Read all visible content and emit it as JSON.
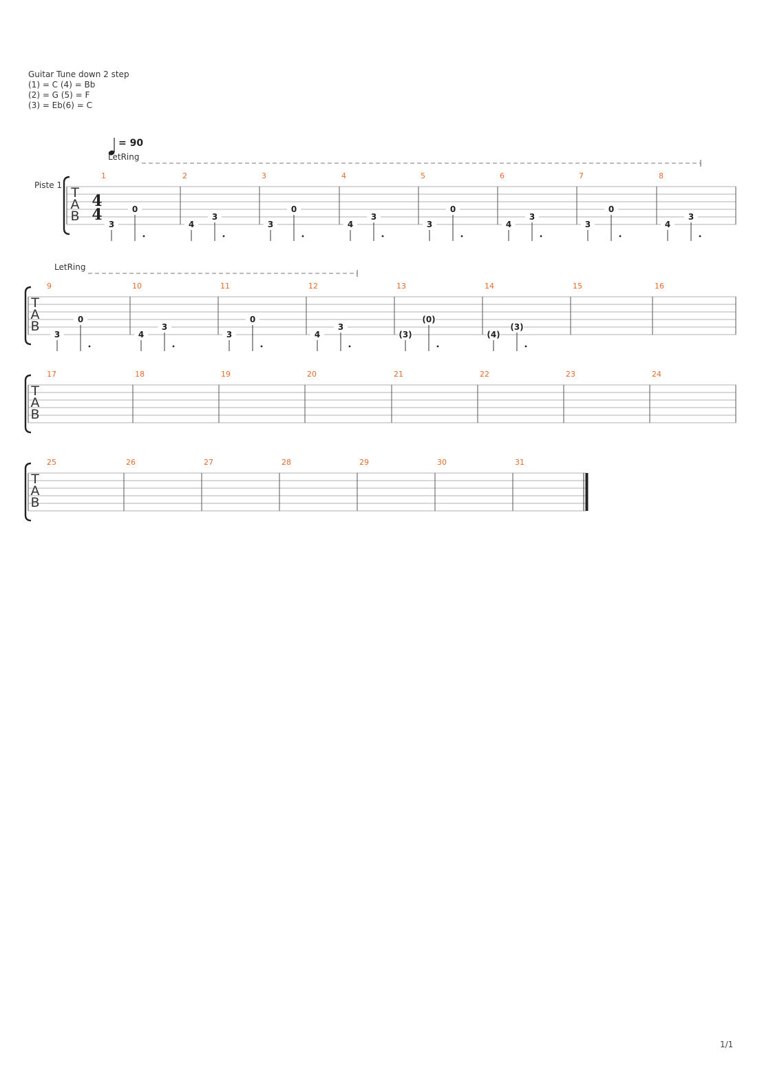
{
  "header": {
    "tuning_lines": [
      "Guitar Tune down 2 step",
      "(1) = C (4) = Bb",
      "(2) = G (5) = F",
      "(3) = Eb(6) = C"
    ]
  },
  "tempo": {
    "text": "= 90"
  },
  "letring_label": "LetRing",
  "track_name": "Piste 1",
  "clef_letters": [
    "T",
    "A",
    "B"
  ],
  "time_signature": {
    "numerator": "4",
    "denominator": "4"
  },
  "measures": [
    {
      "number": "1",
      "notes": [
        {
          "fret": "3",
          "string": 5
        },
        {
          "fret": "0",
          "string": 3
        }
      ]
    },
    {
      "number": "2",
      "notes": [
        {
          "fret": "4",
          "string": 5
        },
        {
          "fret": "3",
          "string": 4
        }
      ]
    },
    {
      "number": "3",
      "notes": [
        {
          "fret": "3",
          "string": 5
        },
        {
          "fret": "0",
          "string": 3
        }
      ]
    },
    {
      "number": "4",
      "notes": [
        {
          "fret": "4",
          "string": 5
        },
        {
          "fret": "3",
          "string": 4
        }
      ]
    },
    {
      "number": "5",
      "notes": [
        {
          "fret": "3",
          "string": 5
        },
        {
          "fret": "0",
          "string": 3
        }
      ]
    },
    {
      "number": "6",
      "notes": [
        {
          "fret": "4",
          "string": 5
        },
        {
          "fret": "3",
          "string": 4
        }
      ]
    },
    {
      "number": "7",
      "notes": [
        {
          "fret": "3",
          "string": 5
        },
        {
          "fret": "0",
          "string": 3
        }
      ]
    },
    {
      "number": "8",
      "notes": [
        {
          "fret": "4",
          "string": 5
        },
        {
          "fret": "3",
          "string": 4
        }
      ]
    },
    {
      "number": "9",
      "notes": [
        {
          "fret": "3",
          "string": 5
        },
        {
          "fret": "0",
          "string": 3
        }
      ]
    },
    {
      "number": "10",
      "notes": [
        {
          "fret": "4",
          "string": 5
        },
        {
          "fret": "3",
          "string": 4
        }
      ]
    },
    {
      "number": "11",
      "notes": [
        {
          "fret": "3",
          "string": 5
        },
        {
          "fret": "0",
          "string": 3
        }
      ]
    },
    {
      "number": "12",
      "notes": [
        {
          "fret": "4",
          "string": 5
        },
        {
          "fret": "3",
          "string": 4
        }
      ]
    },
    {
      "number": "13",
      "notes": [
        {
          "fret": "(3)",
          "string": 5
        },
        {
          "fret": "(0)",
          "string": 3
        }
      ]
    },
    {
      "number": "14",
      "notes": [
        {
          "fret": "(4)",
          "string": 5
        },
        {
          "fret": "(3)",
          "string": 4
        }
      ]
    },
    {
      "number": "15",
      "notes": []
    },
    {
      "number": "16",
      "notes": []
    },
    {
      "number": "17",
      "notes": []
    },
    {
      "number": "18",
      "notes": []
    },
    {
      "number": "19",
      "notes": []
    },
    {
      "number": "20",
      "notes": []
    },
    {
      "number": "21",
      "notes": []
    },
    {
      "number": "22",
      "notes": []
    },
    {
      "number": "23",
      "notes": []
    },
    {
      "number": "24",
      "notes": []
    },
    {
      "number": "25",
      "notes": []
    },
    {
      "number": "26",
      "notes": []
    },
    {
      "number": "27",
      "notes": []
    },
    {
      "number": "28",
      "notes": []
    },
    {
      "number": "29",
      "notes": []
    },
    {
      "number": "30",
      "notes": []
    },
    {
      "number": "31",
      "notes": []
    }
  ],
  "page_number": "1/1",
  "colors": {
    "measure_number": "#e8692b",
    "staff_line": "#b0b0b0"
  }
}
